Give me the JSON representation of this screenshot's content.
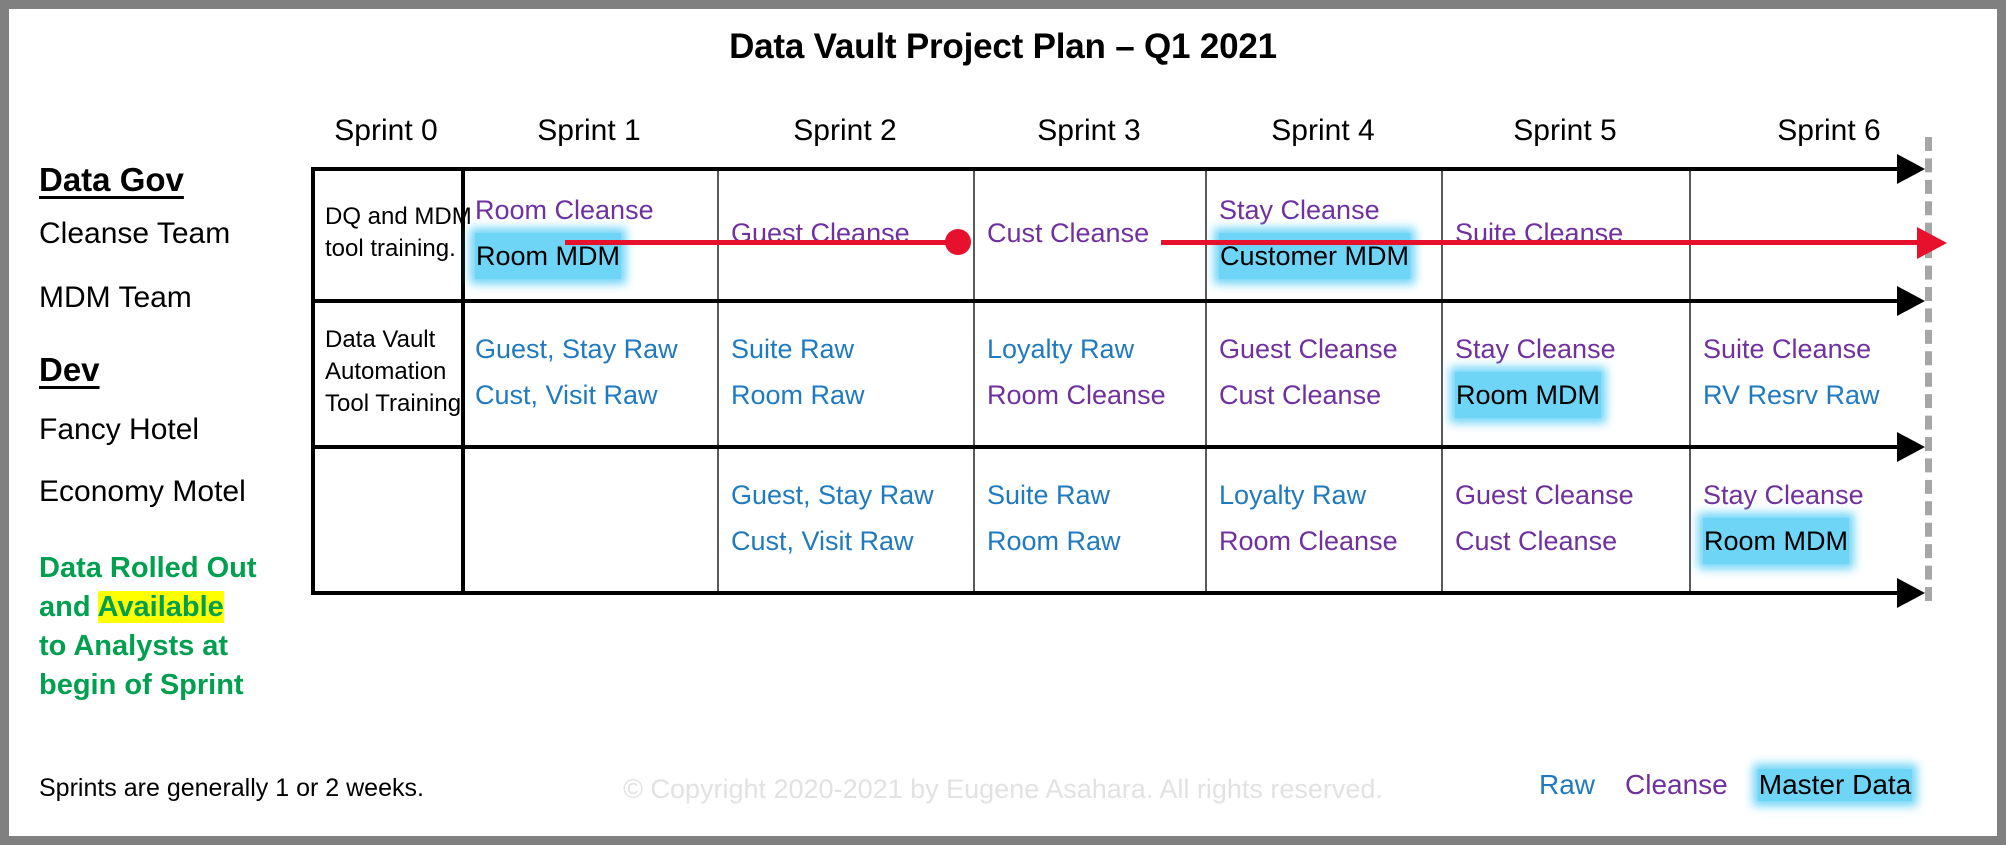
{
  "title": "Data Vault Project Plan – Q1 2021",
  "colors": {
    "raw": "#1f7ac0",
    "cleanse": "#7030a0",
    "master_data_highlight": "#6fd5f7",
    "milestone_red": "#e8112d",
    "note_green": "#00a050",
    "highlight_yellow": "#ffff00",
    "frame_gray": "#808080"
  },
  "columns": [
    {
      "label": "Sprint 0"
    },
    {
      "label": "Sprint 1"
    },
    {
      "label": "Sprint 2"
    },
    {
      "label": "Sprint 3"
    },
    {
      "label": "Sprint 4"
    },
    {
      "label": "Sprint 5"
    },
    {
      "label": "Sprint 6"
    }
  ],
  "left_labels": {
    "data_gov_heading": "Data Gov",
    "cleanse_team": "Cleanse Team",
    "mdm_team": "MDM Team",
    "dev_heading": "Dev",
    "fancy_hotel": "Fancy Hotel",
    "economy_motel": "Economy Motel",
    "note_line1": "Data Rolled Out",
    "note_line2_pre": "and ",
    "note_line2_hl": "Available",
    "note_line3": "to Analysts at",
    "note_line4": "begin of Sprint"
  },
  "rows": [
    {
      "name": "data-gov",
      "cells": [
        {
          "lines": [
            {
              "text": "DQ and MDM",
              "type": "plain"
            },
            {
              "text": "tool training.",
              "type": "plain"
            }
          ]
        },
        {
          "lines": [
            {
              "text": "Room Cleanse",
              "type": "cleanse"
            },
            {
              "text": "Room MDM",
              "type": "mdm"
            }
          ]
        },
        {
          "lines": [
            {
              "text": "Guest Cleanse",
              "type": "cleanse"
            }
          ]
        },
        {
          "lines": [
            {
              "text": "Cust Cleanse",
              "type": "cleanse"
            }
          ]
        },
        {
          "lines": [
            {
              "text": "Stay Cleanse",
              "type": "cleanse"
            },
            {
              "text": "Customer MDM",
              "type": "mdm"
            }
          ]
        },
        {
          "lines": [
            {
              "text": "Suite Cleanse",
              "type": "cleanse"
            }
          ]
        },
        {
          "lines": []
        }
      ]
    },
    {
      "name": "dev",
      "cells": [
        {
          "lines": [
            {
              "text": "Data Vault",
              "type": "plain"
            },
            {
              "text": "Automation",
              "type": "plain"
            },
            {
              "text": "Tool Training",
              "type": "plain"
            }
          ]
        },
        {
          "lines": [
            {
              "text": "Guest, Stay Raw",
              "type": "raw"
            },
            {
              "text": "Cust, Visit Raw",
              "type": "raw"
            }
          ]
        },
        {
          "lines": [
            {
              "text": "Suite Raw",
              "type": "raw"
            },
            {
              "text": "Room Raw",
              "type": "raw"
            }
          ]
        },
        {
          "lines": [
            {
              "text": "Loyalty Raw",
              "type": "raw"
            },
            {
              "text": "Room Cleanse",
              "type": "cleanse"
            }
          ]
        },
        {
          "lines": [
            {
              "text": "Guest Cleanse",
              "type": "cleanse"
            },
            {
              "text": "Cust Cleanse",
              "type": "cleanse"
            }
          ]
        },
        {
          "lines": [
            {
              "text": "Stay Cleanse",
              "type": "cleanse"
            },
            {
              "text": "Room MDM",
              "type": "mdm"
            }
          ]
        },
        {
          "lines": [
            {
              "text": "Suite Cleanse",
              "type": "cleanse"
            },
            {
              "text": "RV Resrv Raw",
              "type": "raw"
            }
          ]
        }
      ]
    },
    {
      "name": "analysts",
      "cells": [
        {
          "lines": []
        },
        {
          "lines": []
        },
        {
          "lines": [
            {
              "text": "Guest, Stay Raw",
              "type": "raw"
            },
            {
              "text": "Cust, Visit Raw",
              "type": "raw"
            }
          ]
        },
        {
          "lines": [
            {
              "text": "Suite Raw",
              "type": "raw"
            },
            {
              "text": "Room Raw",
              "type": "raw"
            }
          ]
        },
        {
          "lines": [
            {
              "text": "Loyalty Raw",
              "type": "raw"
            },
            {
              "text": "Room Cleanse",
              "type": "cleanse"
            }
          ]
        },
        {
          "lines": [
            {
              "text": "Guest Cleanse",
              "type": "cleanse"
            },
            {
              "text": "Cust Cleanse",
              "type": "cleanse"
            }
          ]
        },
        {
          "lines": [
            {
              "text": "Stay Cleanse",
              "type": "cleanse"
            },
            {
              "text": "Room MDM",
              "type": "mdm"
            }
          ]
        }
      ]
    }
  ],
  "footer": {
    "sprint_note": "Sprints are generally 1 or 2 weeks.",
    "copyright": "© Copyright 2020-2021 by Eugene Asahara. All rights reserved.",
    "legend": [
      {
        "label": "Raw",
        "type": "raw"
      },
      {
        "label": "Cleanse",
        "type": "cleanse"
      },
      {
        "label": "Master Data",
        "type": "mdm"
      }
    ]
  }
}
